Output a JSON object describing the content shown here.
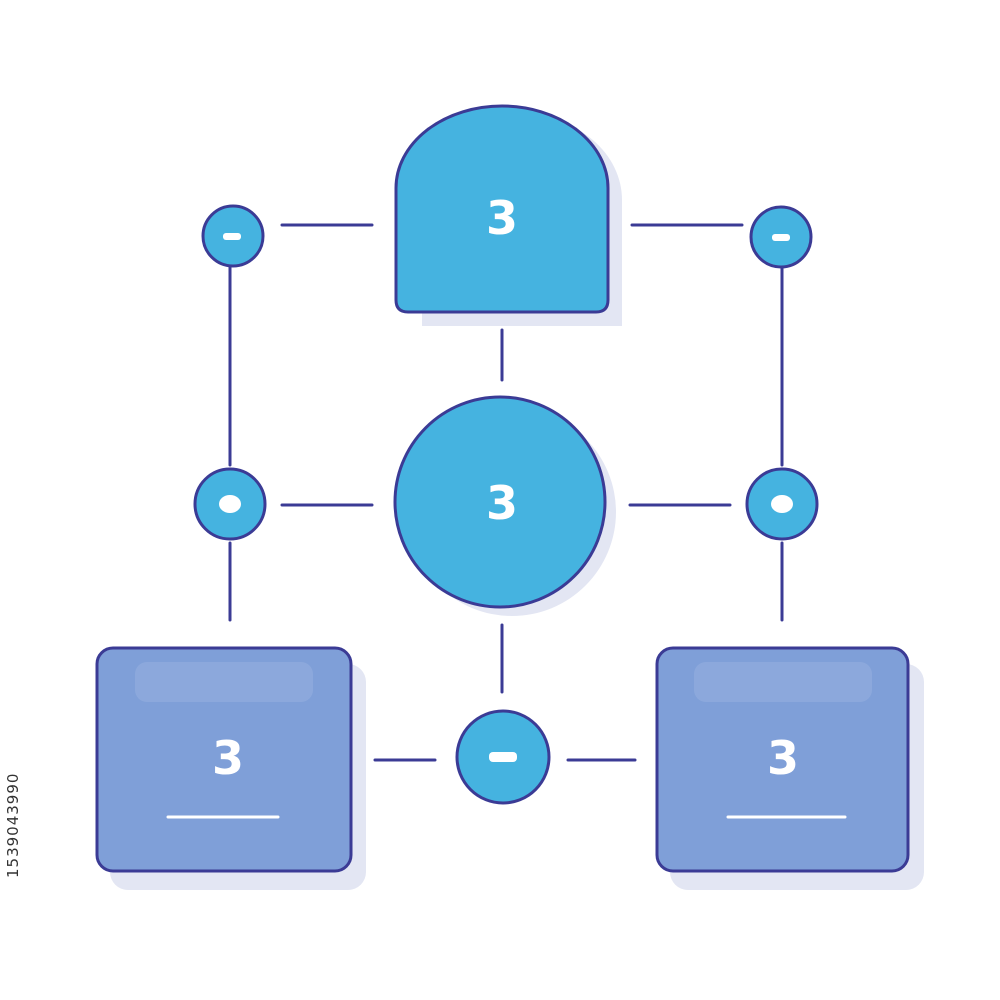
{
  "colors": {
    "background": "#ffffff",
    "outline": "#3b3b95",
    "connector": "#3b3b95",
    "cyan_fill": "#45b3e0",
    "blue_fill": "#7f9fd8",
    "text": "#ffffff",
    "shadow": "#e3e6f3"
  },
  "nodes": {
    "top_label": "3",
    "center_label": "3",
    "left_box_label": "3",
    "right_box_label": "3"
  },
  "watermark": {
    "side_id": "1539043990"
  }
}
